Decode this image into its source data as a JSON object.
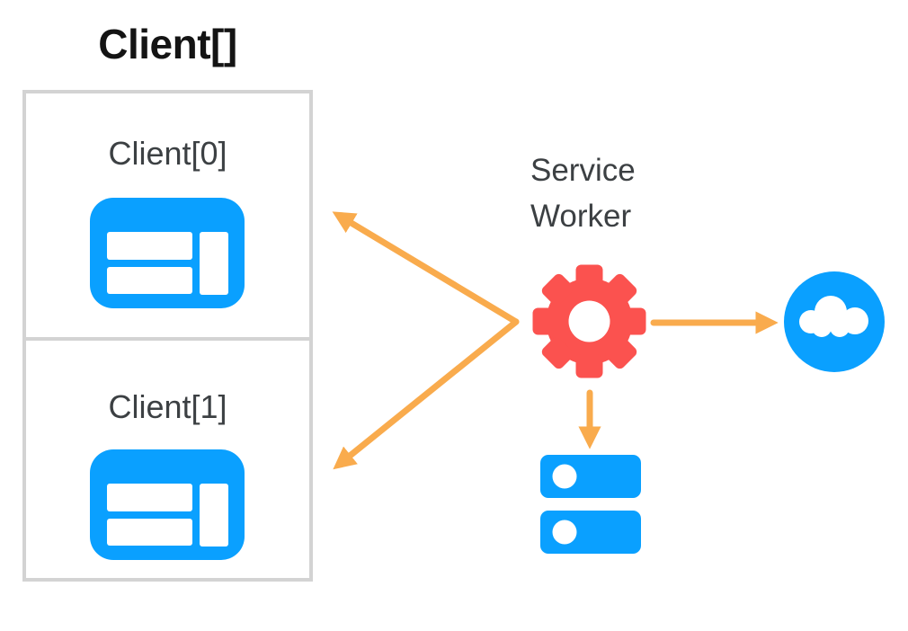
{
  "diagram": {
    "title": "Client[]",
    "clients": [
      {
        "label": "Client[0]",
        "icon": "browser-window-icon"
      },
      {
        "label": "Client[1]",
        "icon": "browser-window-icon"
      }
    ],
    "service_worker": {
      "label": "Service\nWorker",
      "icon": "gear-icon"
    },
    "network": {
      "icon": "cloud-icon"
    },
    "storage": {
      "icon": "database-icon"
    },
    "arrows": [
      {
        "name": "service-worker-to-client-0",
        "direction": "upper-left"
      },
      {
        "name": "service-worker-to-client-1",
        "direction": "lower-left"
      },
      {
        "name": "service-worker-to-cloud",
        "direction": "right"
      },
      {
        "name": "service-worker-to-database",
        "direction": "down"
      }
    ],
    "colors": {
      "blue": "#0AA0FF",
      "red": "#FB524F",
      "orange": "#F9AB4D",
      "box_border": "#D3D3D3",
      "title_text": "#141414",
      "label_text": "#3C4043",
      "background": "#FFFFFF"
    }
  }
}
